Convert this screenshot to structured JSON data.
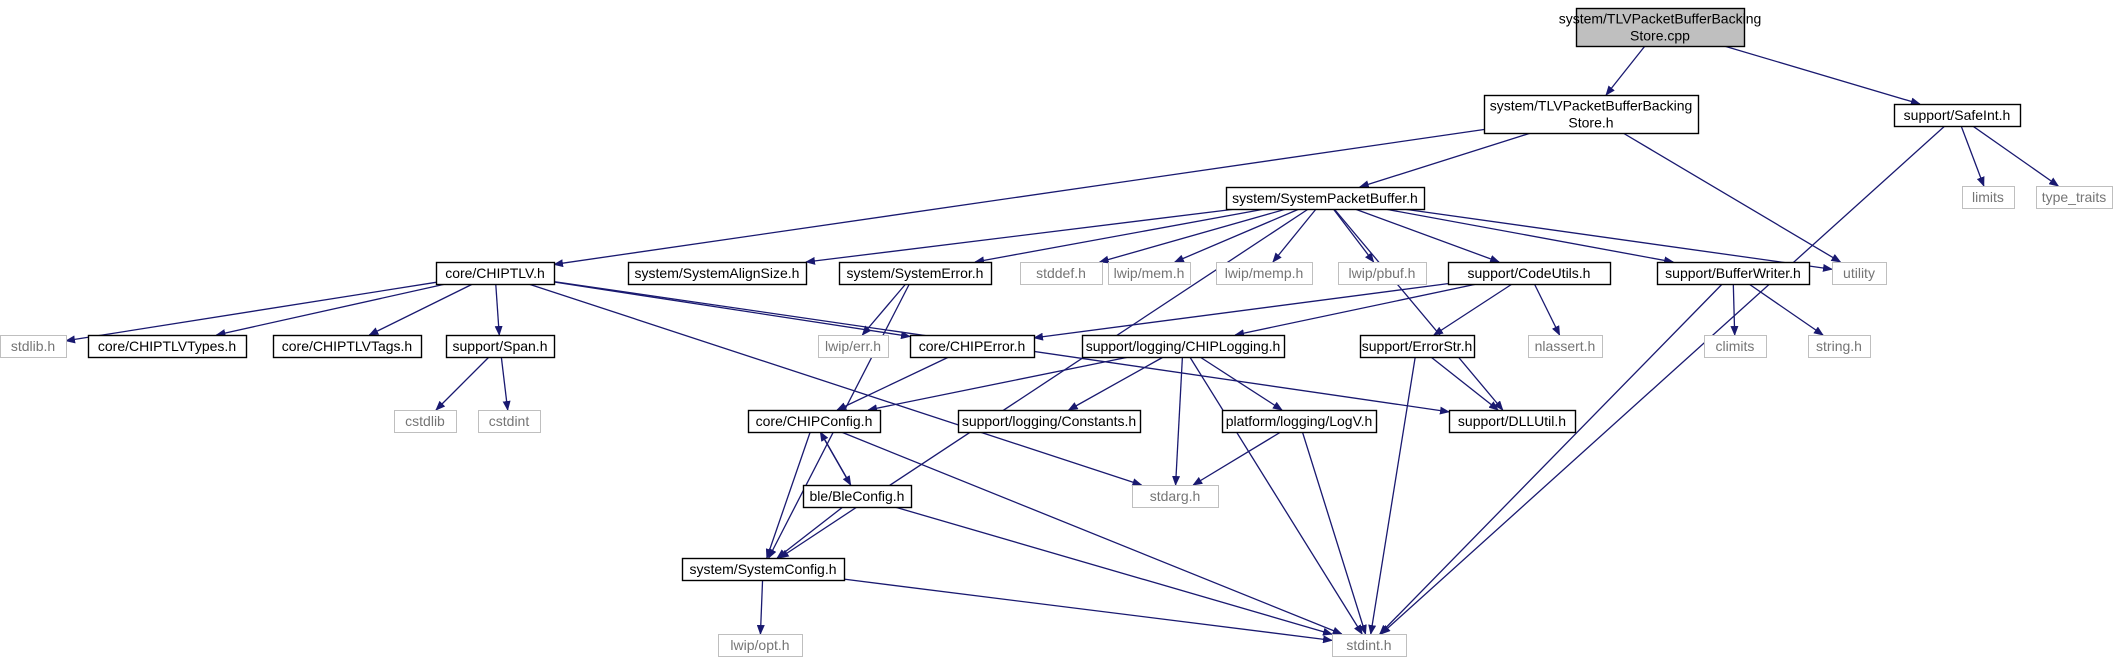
{
  "colors": {
    "edge": "#191970",
    "root_fill": "#bfbfbf",
    "box_stroke": "#000000",
    "box_fill": "#ffffff",
    "ext_stroke": "#bfbfbf",
    "ext_text": "#757575",
    "text": "#000000"
  },
  "nodes": [
    {
      "id": "root",
      "kind": "root",
      "lines": [
        "system/TLVPacketBufferBacking",
        "Store.cpp"
      ]
    },
    {
      "id": "tlvh",
      "kind": "box",
      "lines": [
        "system/TLVPacketBufferBacking",
        "Store.h"
      ]
    },
    {
      "id": "safeint",
      "kind": "box",
      "lines": [
        "support/SafeInt.h"
      ]
    },
    {
      "id": "spb",
      "kind": "box",
      "lines": [
        "system/SystemPacketBuffer.h"
      ]
    },
    {
      "id": "limits",
      "kind": "ext",
      "lines": [
        "limits"
      ]
    },
    {
      "id": "type_traits",
      "kind": "ext",
      "lines": [
        "type_traits"
      ]
    },
    {
      "id": "chiptlv",
      "kind": "box",
      "lines": [
        "core/CHIPTLV.h"
      ]
    },
    {
      "id": "alignsize",
      "kind": "box",
      "lines": [
        "system/SystemAlignSize.h"
      ]
    },
    {
      "id": "syserror",
      "kind": "box",
      "lines": [
        "system/SystemError.h"
      ]
    },
    {
      "id": "stddef",
      "kind": "ext",
      "lines": [
        "stddef.h"
      ]
    },
    {
      "id": "lwipmem",
      "kind": "ext",
      "lines": [
        "lwip/mem.h"
      ]
    },
    {
      "id": "lwipmemp",
      "kind": "ext",
      "lines": [
        "lwip/memp.h"
      ]
    },
    {
      "id": "lwippbuf",
      "kind": "ext",
      "lines": [
        "lwip/pbuf.h"
      ]
    },
    {
      "id": "codeutils",
      "kind": "box",
      "lines": [
        "support/CodeUtils.h"
      ]
    },
    {
      "id": "bufwriter",
      "kind": "box",
      "lines": [
        "support/BufferWriter.h"
      ]
    },
    {
      "id": "utility",
      "kind": "ext",
      "lines": [
        "utility"
      ]
    },
    {
      "id": "stdlib",
      "kind": "ext",
      "lines": [
        "stdlib.h"
      ]
    },
    {
      "id": "tlvtypes",
      "kind": "box",
      "lines": [
        "core/CHIPTLVTypes.h"
      ]
    },
    {
      "id": "tlvtags",
      "kind": "box",
      "lines": [
        "core/CHIPTLVTags.h"
      ]
    },
    {
      "id": "span",
      "kind": "box",
      "lines": [
        "support/Span.h"
      ]
    },
    {
      "id": "lwiperr",
      "kind": "ext",
      "lines": [
        "lwip/err.h"
      ]
    },
    {
      "id": "chiperror",
      "kind": "box",
      "lines": [
        "core/CHIPError.h"
      ]
    },
    {
      "id": "chiplogging",
      "kind": "box",
      "lines": [
        "support/logging/CHIPLogging.h"
      ]
    },
    {
      "id": "errorstr",
      "kind": "box",
      "lines": [
        "support/ErrorStr.h"
      ]
    },
    {
      "id": "nlassert",
      "kind": "ext",
      "lines": [
        "nlassert.h"
      ]
    },
    {
      "id": "climits",
      "kind": "ext",
      "lines": [
        "climits"
      ]
    },
    {
      "id": "string",
      "kind": "ext",
      "lines": [
        "string.h"
      ]
    },
    {
      "id": "cstdlib",
      "kind": "ext",
      "lines": [
        "cstdlib"
      ]
    },
    {
      "id": "cstdint",
      "kind": "ext",
      "lines": [
        "cstdint"
      ]
    },
    {
      "id": "chipconfig",
      "kind": "box",
      "lines": [
        "core/CHIPConfig.h"
      ]
    },
    {
      "id": "constants",
      "kind": "box",
      "lines": [
        "support/logging/Constants.h"
      ]
    },
    {
      "id": "logv",
      "kind": "box",
      "lines": [
        "platform/logging/LogV.h"
      ]
    },
    {
      "id": "dllutil",
      "kind": "box",
      "lines": [
        "support/DLLUtil.h"
      ]
    },
    {
      "id": "bleconfig",
      "kind": "box",
      "lines": [
        "ble/BleConfig.h"
      ]
    },
    {
      "id": "stdarg",
      "kind": "ext",
      "lines": [
        "stdarg.h"
      ]
    },
    {
      "id": "sysconfig",
      "kind": "box",
      "lines": [
        "system/SystemConfig.h"
      ]
    },
    {
      "id": "lwipopt",
      "kind": "ext",
      "lines": [
        "lwip/opt.h"
      ]
    },
    {
      "id": "stdint",
      "kind": "ext",
      "lines": [
        "stdint.h"
      ]
    }
  ],
  "edges": [
    [
      "root",
      "tlvh"
    ],
    [
      "root",
      "safeint"
    ],
    [
      "tlvh",
      "spb"
    ],
    [
      "tlvh",
      "chiptlv"
    ],
    [
      "tlvh",
      "utility"
    ],
    [
      "safeint",
      "limits"
    ],
    [
      "safeint",
      "type_traits"
    ],
    [
      "safeint",
      "stdint"
    ],
    [
      "spb",
      "alignsize"
    ],
    [
      "spb",
      "syserror"
    ],
    [
      "spb",
      "stddef"
    ],
    [
      "spb",
      "lwipmem"
    ],
    [
      "spb",
      "lwipmemp"
    ],
    [
      "spb",
      "lwippbuf"
    ],
    [
      "spb",
      "codeutils"
    ],
    [
      "spb",
      "bufwriter"
    ],
    [
      "spb",
      "utility"
    ],
    [
      "spb",
      "sysconfig"
    ],
    [
      "spb",
      "dllutil"
    ],
    [
      "chiptlv",
      "stdlib"
    ],
    [
      "chiptlv",
      "tlvtypes"
    ],
    [
      "chiptlv",
      "tlvtags"
    ],
    [
      "chiptlv",
      "span"
    ],
    [
      "chiptlv",
      "chiperror"
    ],
    [
      "chiptlv",
      "stdarg"
    ],
    [
      "chiptlv",
      "dllutil"
    ],
    [
      "syserror",
      "lwiperr"
    ],
    [
      "syserror",
      "sysconfig"
    ],
    [
      "codeutils",
      "chiperror"
    ],
    [
      "codeutils",
      "chiplogging"
    ],
    [
      "codeutils",
      "errorstr"
    ],
    [
      "codeutils",
      "nlassert"
    ],
    [
      "bufwriter",
      "climits"
    ],
    [
      "bufwriter",
      "string"
    ],
    [
      "bufwriter",
      "stdint"
    ],
    [
      "span",
      "cstdlib"
    ],
    [
      "span",
      "cstdint"
    ],
    [
      "chiperror",
      "chipconfig"
    ],
    [
      "chiplogging",
      "chipconfig"
    ],
    [
      "chiplogging",
      "constants"
    ],
    [
      "chiplogging",
      "logv"
    ],
    [
      "chiplogging",
      "stdarg"
    ],
    [
      "chiplogging",
      "stdint"
    ],
    [
      "errorstr",
      "dllutil"
    ],
    [
      "errorstr",
      "stdint"
    ],
    [
      "chipconfig",
      "bleconfig"
    ],
    [
      "chipconfig",
      "sysconfig"
    ],
    [
      "chipconfig",
      "stdint"
    ],
    [
      "bleconfig",
      "chipconfig"
    ],
    [
      "bleconfig",
      "sysconfig"
    ],
    [
      "bleconfig",
      "stdint"
    ],
    [
      "logv",
      "stdarg"
    ],
    [
      "logv",
      "stdint"
    ],
    [
      "sysconfig",
      "lwipopt"
    ],
    [
      "sysconfig",
      "stdint"
    ]
  ]
}
